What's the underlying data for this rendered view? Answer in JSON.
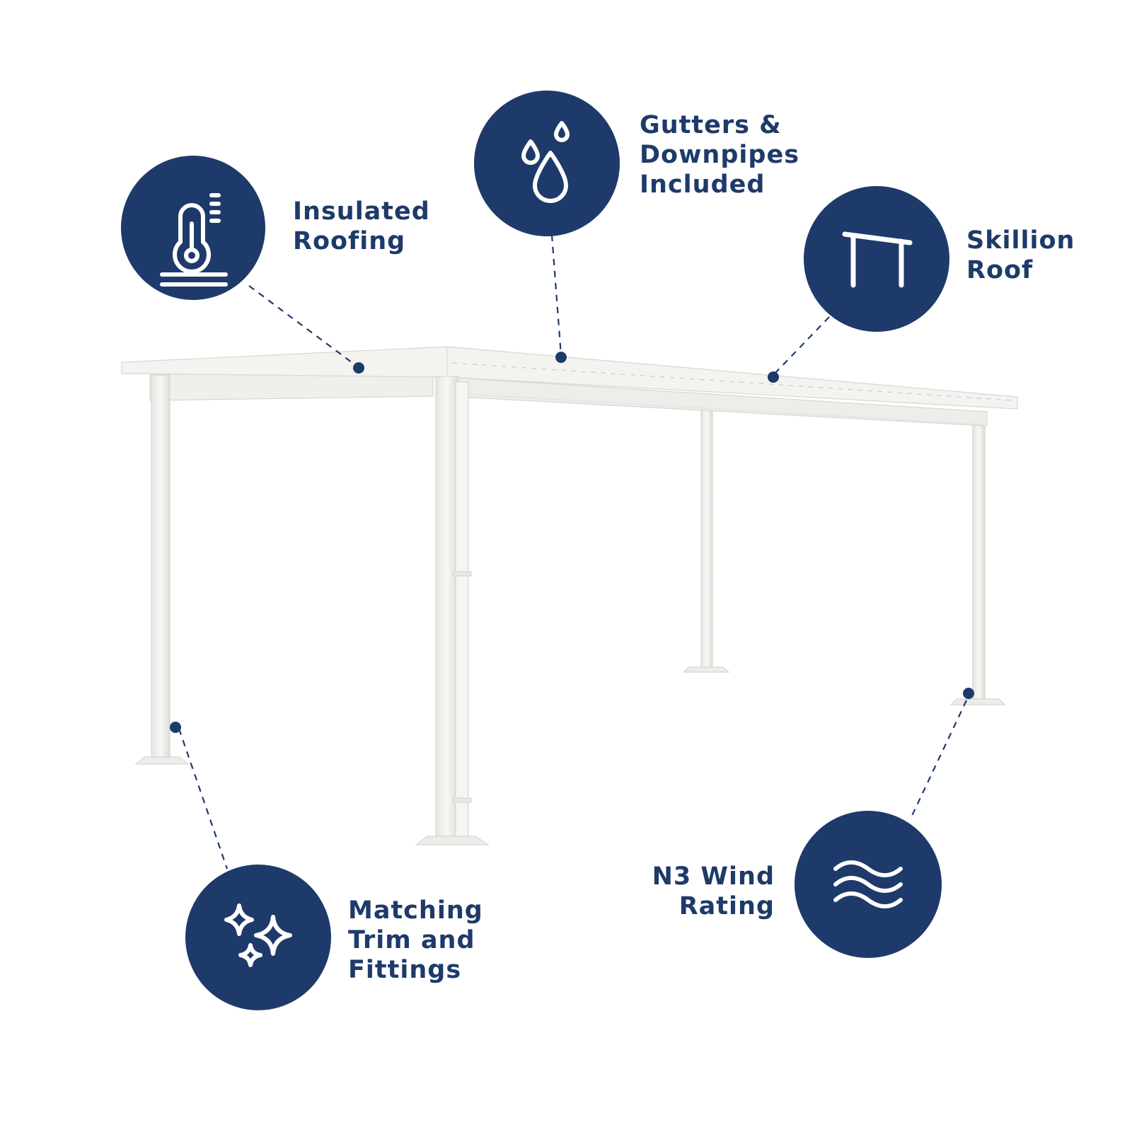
{
  "theme": {
    "accent": "#1e3a6a",
    "structure": "#f2f2ef",
    "background": "#ffffff"
  },
  "features": [
    {
      "id": "insulated",
      "icon": "thermometer-icon",
      "lines": [
        "Insulated",
        "Roofing"
      ]
    },
    {
      "id": "gutters",
      "icon": "water-drops-icon",
      "lines": [
        "Gutters &",
        "Downpipes",
        "Included"
      ]
    },
    {
      "id": "skillion",
      "icon": "skillion-roof-icon",
      "lines": [
        "Skillion",
        "Roof"
      ]
    },
    {
      "id": "trim",
      "icon": "sparkles-icon",
      "lines": [
        "Matching",
        "Trim and",
        "Fittings"
      ]
    },
    {
      "id": "wind",
      "icon": "wind-waves-icon",
      "lines": [
        "N3 Wind",
        "Rating"
      ]
    }
  ]
}
